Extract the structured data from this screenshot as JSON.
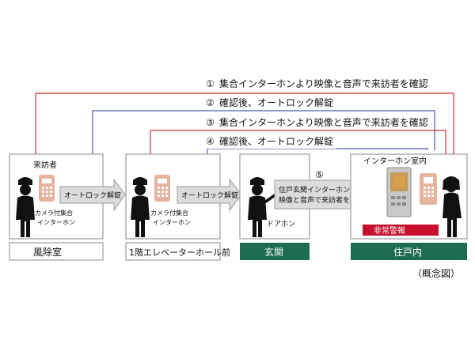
{
  "steps": [
    {
      "num": "①",
      "text": "集合インターホンより映像と音声で来訪者を確認"
    },
    {
      "num": "②",
      "text": "確認後、オートロック解錠"
    },
    {
      "num": "③",
      "text": "集合インターホンより映像と音声で来訪者を確認"
    },
    {
      "num": "④",
      "text": "確認後、オートロック解錠"
    },
    {
      "num": "⑤",
      "text": ""
    }
  ],
  "boxes": {
    "box1": {
      "visitor": "来訪者",
      "panel1": "カメラ付集合",
      "panel2": "インターホン",
      "label": "風除室"
    },
    "box2": {
      "panel1": "カメラ付集合",
      "panel2": "インターホン",
      "label": "1階エレベーターホール前"
    },
    "box3": {
      "door": "ドアホン",
      "label": "玄関"
    },
    "box4": {
      "title": "インターホン室内",
      "alarm": "非常警報",
      "label": "住戸内"
    }
  },
  "flows": {
    "autolock1": "オートロック解錠",
    "autolock2": "オートロック解錠",
    "confirm1": "住戸玄関インターホンより",
    "confirm2": "映像と音声で来訪者を確認"
  },
  "caption": "（概念図）",
  "colors": {
    "red_line": "#d0342c",
    "blue_line": "#4a5aa8",
    "dark_green": "#1f6b52",
    "alarm_red": "#c8102e",
    "panel": "#e6b39e"
  }
}
